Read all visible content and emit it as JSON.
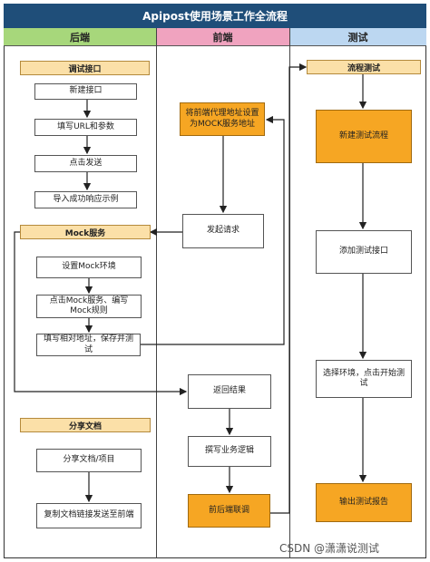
{
  "diagram": {
    "title": "Apipost使用场景工作全流程",
    "lanes": {
      "backend": "后端",
      "frontend": "前端",
      "testing": "测试"
    },
    "colors": {
      "title_bg": "#1f4e79",
      "backend_header": "#a7d77b",
      "frontend_header": "#f0a3bf",
      "testing_header": "#bcd7f1",
      "label_bg": "#fbe0a8",
      "highlight": "#f6a623"
    },
    "sections": {
      "debug": "调试接口",
      "mock": "Mock服务",
      "share": "分享文档",
      "flow_test": "流程测试"
    },
    "backend_steps": {
      "new_api": "新建接口",
      "fill_url": "填写URL和参数",
      "send": "点击发送",
      "import_example": "导入成功响应示例",
      "set_mock_env": "设置Mock环境",
      "write_mock_rule": "点击Mock服务、编写Mock规则",
      "save_test": "填写相对地址，保存并测试",
      "share_doc": "分享文档/项目",
      "copy_link": "复制文档链接发送至前端"
    },
    "frontend_steps": {
      "set_proxy": "将前端代理地址设置为MOCK服务地址",
      "send_request": "发起请求",
      "return_result": "返回结果",
      "write_logic": "撰写业务逻辑",
      "integration": "前后端联调"
    },
    "testing_steps": {
      "new_flow": "新建测试流程",
      "add_api": "添加测试接口",
      "select_env": "选择环境，点击开始测试",
      "export_report": "输出测试报告"
    },
    "watermark": "CSDN @潇潇说测试"
  }
}
